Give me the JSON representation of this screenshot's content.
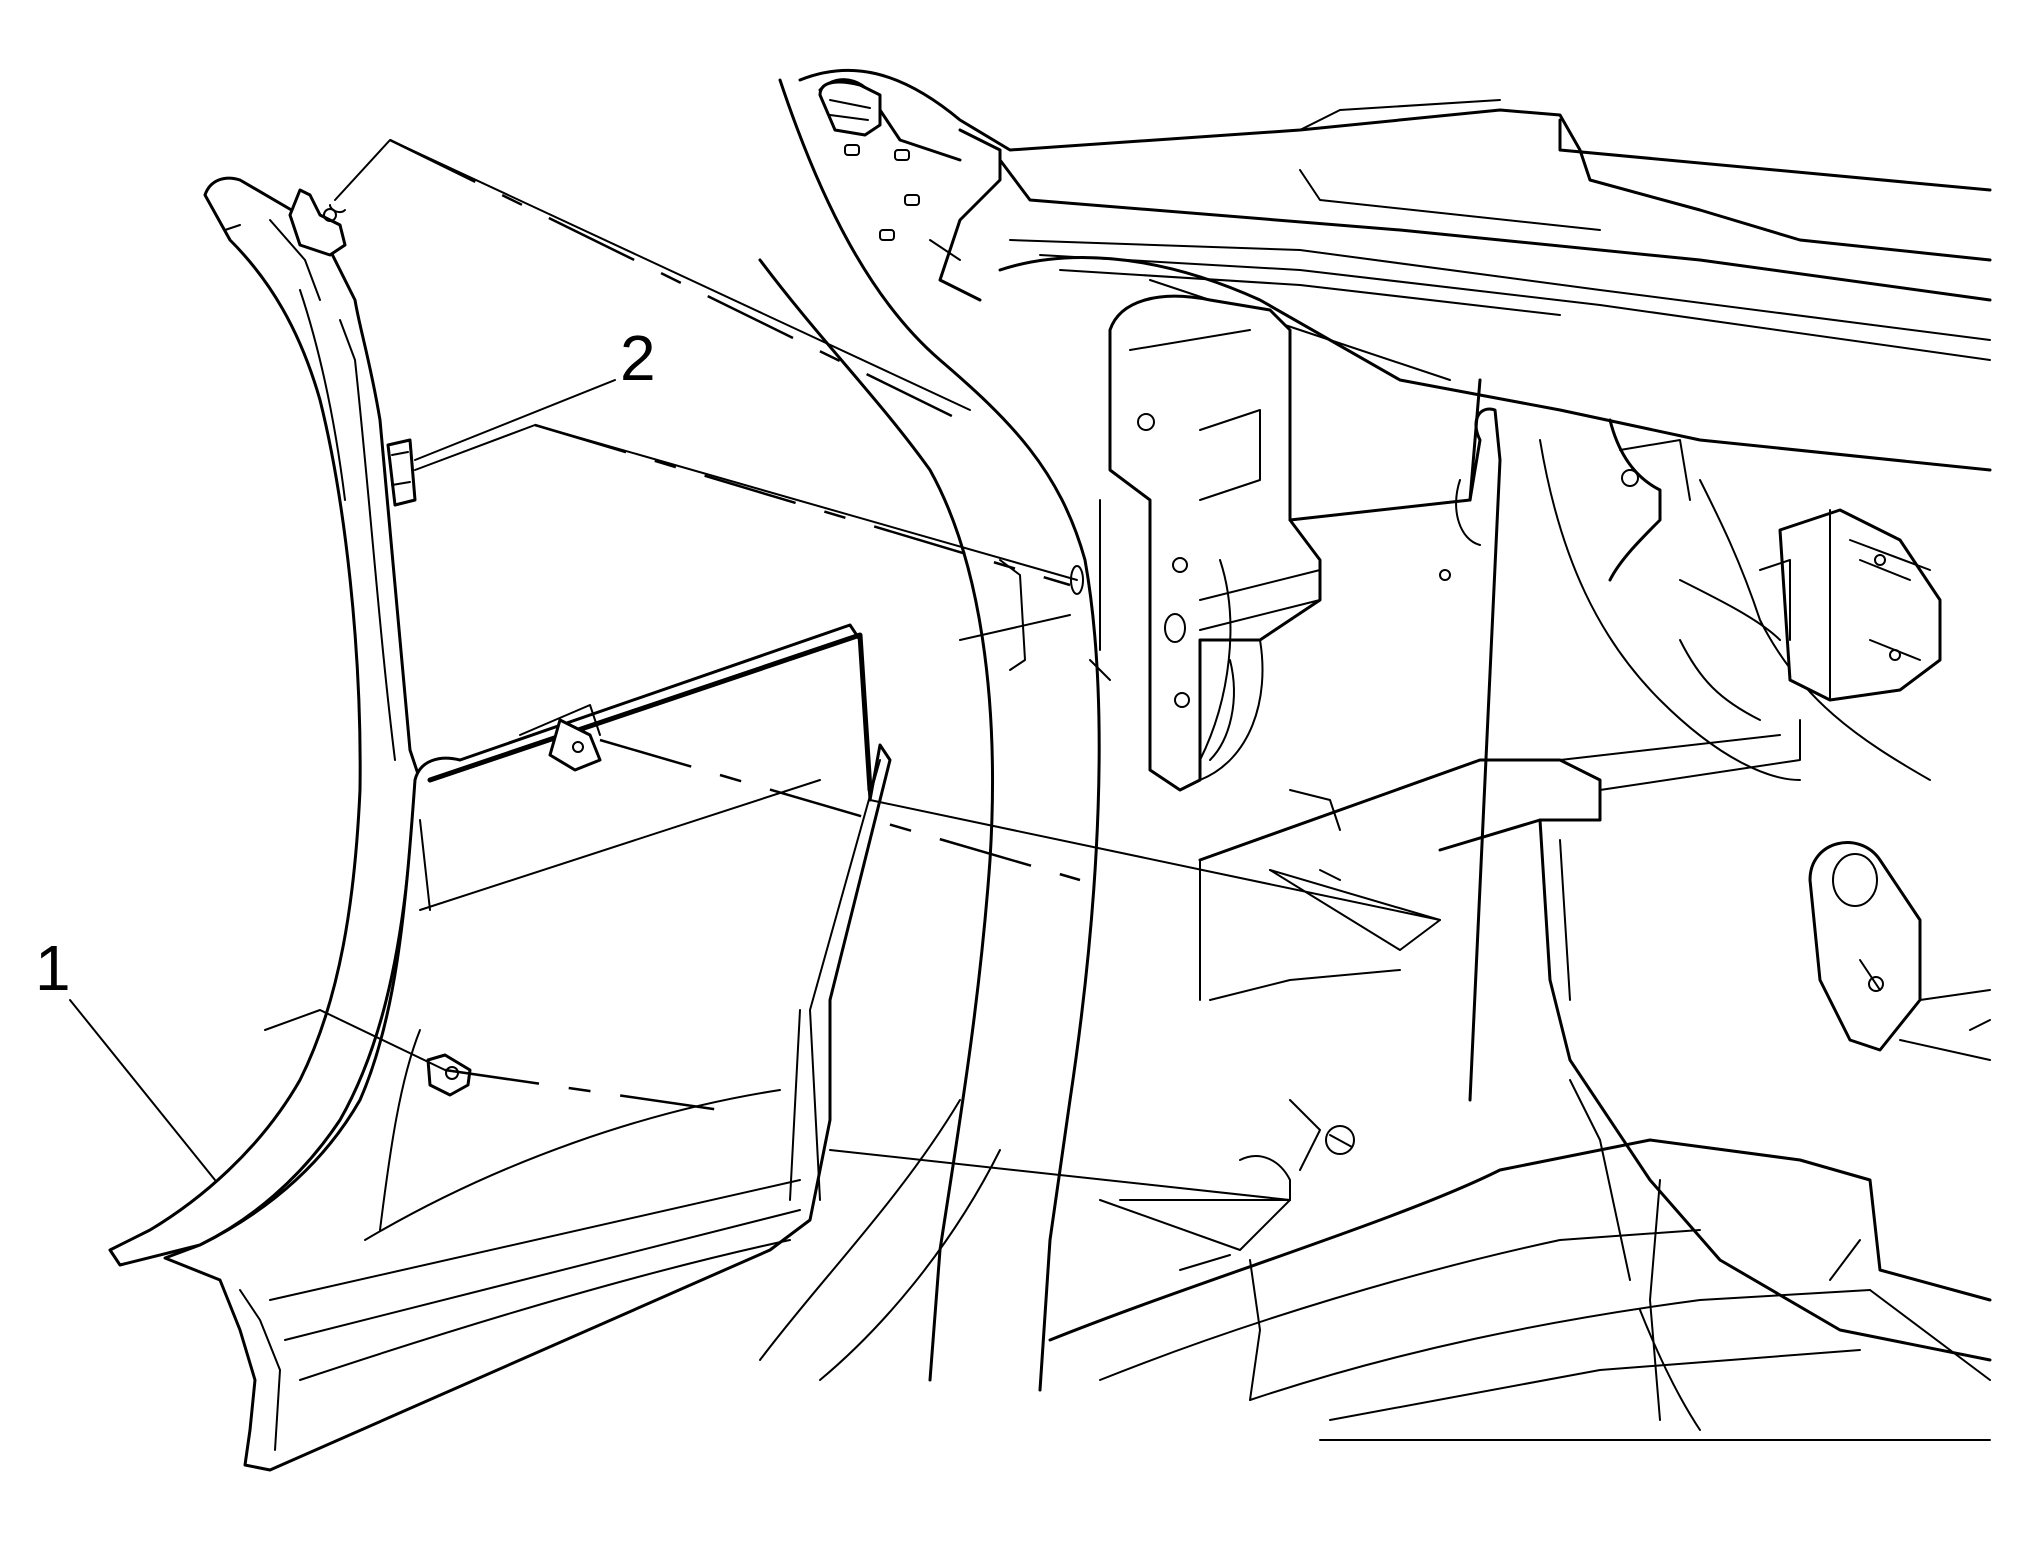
{
  "callouts": [
    {
      "id": "1",
      "label": "1",
      "part": "pillar-trim-panel"
    },
    {
      "id": "2",
      "label": "2",
      "part": "retaining-clip"
    }
  ],
  "colors": {
    "ink": "#000000",
    "paper": "#ffffff"
  }
}
